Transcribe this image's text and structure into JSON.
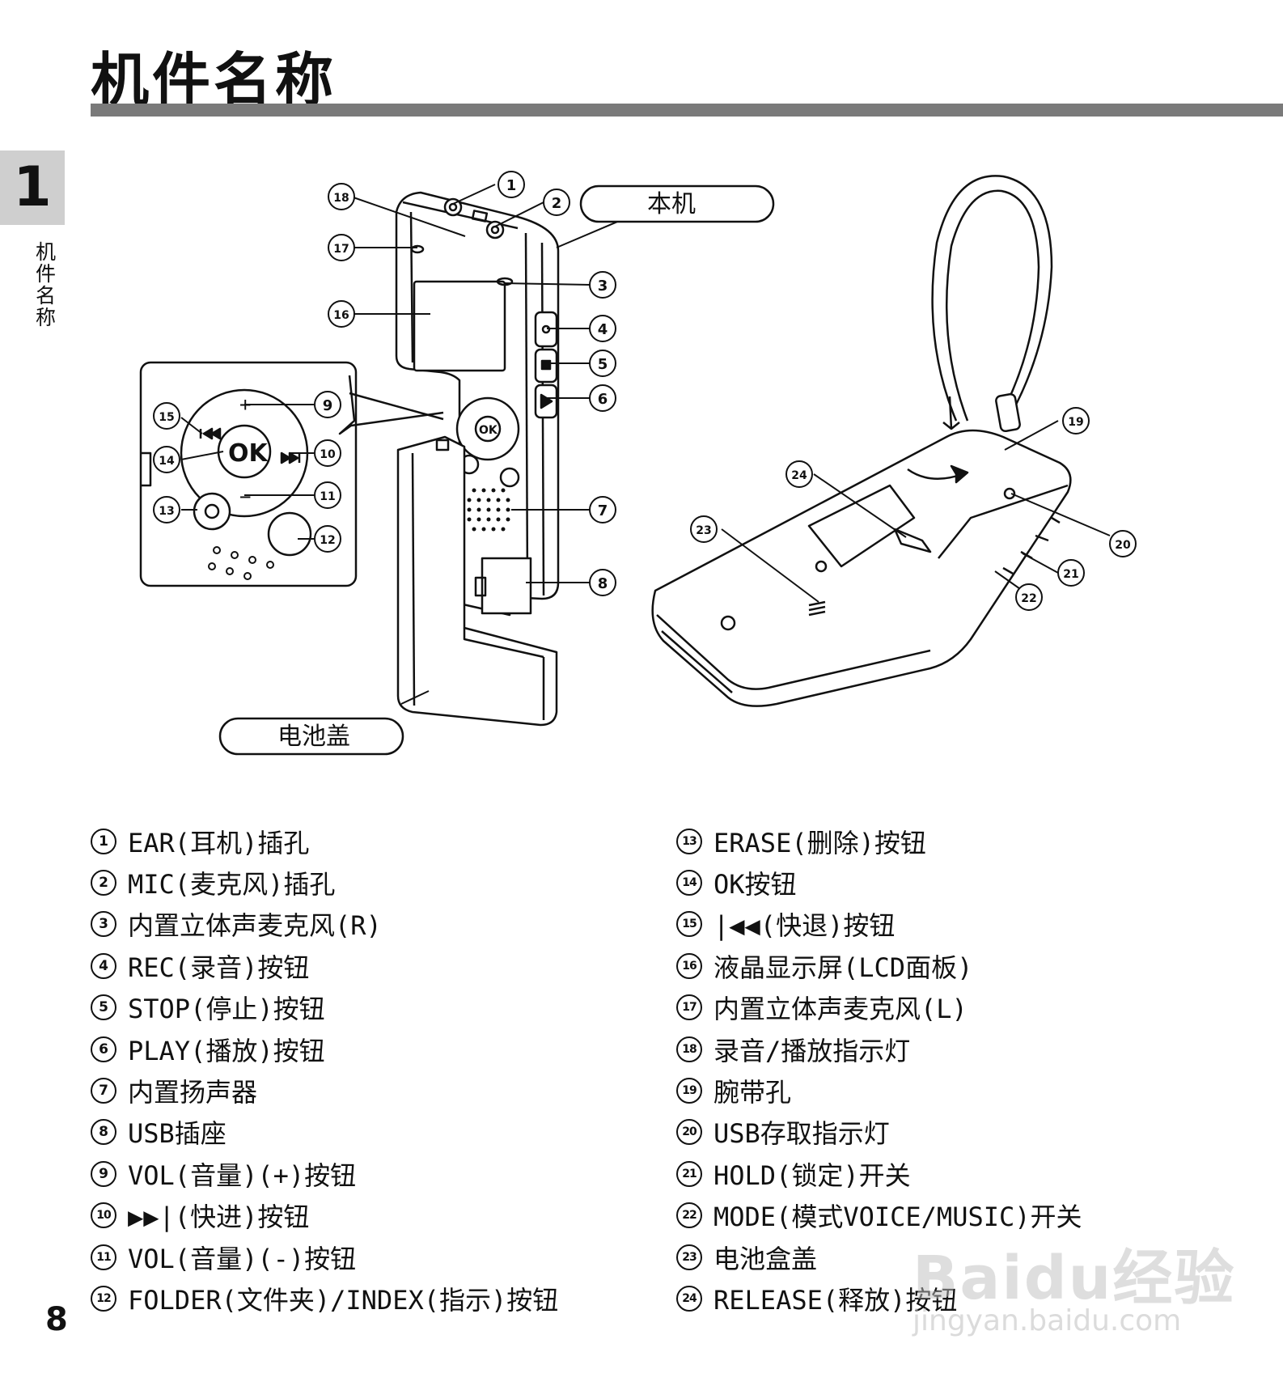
{
  "page": {
    "title": "机件名称",
    "chapter_number": "1",
    "chapter_label": "机件名称",
    "page_number": "8"
  },
  "figure": {
    "callouts": {
      "body": "本机",
      "battery_cover": "电池盖"
    },
    "markers": [
      "①",
      "②",
      "③",
      "④",
      "⑤",
      "⑥",
      "⑦",
      "⑧",
      "⑨",
      "⑩",
      "⑪",
      "⑫",
      "⑬",
      "⑭",
      "⑮",
      "⑯",
      "⑰",
      "⑱",
      "⑲",
      "⑳",
      "㉑",
      "㉒",
      "㉓",
      "㉔"
    ],
    "nums": [
      "1",
      "2",
      "3",
      "4",
      "5",
      "6",
      "7",
      "8",
      "9",
      "10",
      "11",
      "12",
      "13",
      "14",
      "15",
      "16",
      "17",
      "18",
      "19",
      "20",
      "21",
      "22",
      "23",
      "24"
    ],
    "ok_label": "OK"
  },
  "legend": {
    "left": [
      {
        "num": "1",
        "text": "EAR(耳机)插孔"
      },
      {
        "num": "2",
        "text": "MIC(麦克风)插孔"
      },
      {
        "num": "3",
        "text": "内置立体声麦克风(R)"
      },
      {
        "num": "4",
        "text": "REC(录音)按钮"
      },
      {
        "num": "5",
        "text": "STOP(停止)按钮"
      },
      {
        "num": "6",
        "text": "PLAY(播放)按钮"
      },
      {
        "num": "7",
        "text": "内置扬声器"
      },
      {
        "num": "8",
        "text": "USB插座"
      },
      {
        "num": "9",
        "text": "VOL(音量)(+)按钮"
      },
      {
        "num": "10",
        "text": "▶▶|(快进)按钮"
      },
      {
        "num": "11",
        "text": "VOL(音量)(-)按钮"
      },
      {
        "num": "12",
        "text": "FOLDER(文件夹)/INDEX(指示)按钮"
      }
    ],
    "right": [
      {
        "num": "13",
        "text": "ERASE(删除)按钮"
      },
      {
        "num": "14",
        "text": "OK按钮"
      },
      {
        "num": "15",
        "text": "|◀◀(快退)按钮"
      },
      {
        "num": "16",
        "text": "液晶显示屏(LCD面板)"
      },
      {
        "num": "17",
        "text": "内置立体声麦克风(L)"
      },
      {
        "num": "18",
        "text": "录音/播放指示灯"
      },
      {
        "num": "19",
        "text": "腕带孔"
      },
      {
        "num": "20",
        "text": "USB存取指示灯"
      },
      {
        "num": "21",
        "text": "HOLD(锁定)开关"
      },
      {
        "num": "22",
        "text": "MODE(模式VOICE/MUSIC)开关"
      },
      {
        "num": "23",
        "text": "电池盒盖"
      },
      {
        "num": "24",
        "text": "RELEASE(释放)按钮"
      }
    ]
  },
  "watermark": {
    "brand": "Baidu经验",
    "url": "jingyan.baidu.com"
  }
}
